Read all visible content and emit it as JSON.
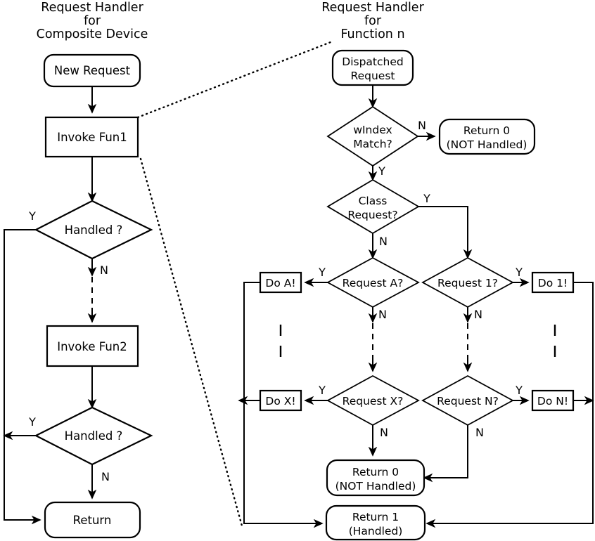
{
  "diagram": {
    "title_left": [
      "Request Handler",
      "for",
      "Composite Device"
    ],
    "title_right": [
      "Request Handler",
      "for",
      "Function n"
    ],
    "left_column": {
      "nodes": {
        "new_request": "New Request",
        "invoke_fun1": "Invoke Fun1",
        "handled_1": "Handled ?",
        "invoke_fun2": "Invoke Fun2",
        "handled_2": "Handled ?",
        "return": "Return"
      },
      "edge_labels": {
        "handled1_yes": "Y",
        "handled1_no": "N",
        "handled2_yes": "Y",
        "handled2_no": "N"
      }
    },
    "right_column": {
      "nodes": {
        "dispatched_request": [
          "Dispatched",
          "Request"
        ],
        "windex_match": [
          "wIndex",
          "Match?"
        ],
        "return0_top": [
          "Return 0",
          "(NOT Handled)"
        ],
        "class_request": [
          "Class",
          "Request?"
        ],
        "request_a": "Request A?",
        "request_1": "Request 1?",
        "request_x": "Request X?",
        "request_n": "Request N?",
        "do_a": "Do A!",
        "do_1": "Do 1!",
        "do_x": "Do X!",
        "do_n": "Do N!",
        "return0_bottom": [
          "Return 0",
          "(NOT Handled)"
        ],
        "return1": [
          "Return 1",
          "(Handled)"
        ]
      },
      "edge_labels": {
        "windex_no": "N",
        "windex_yes": "Y",
        "class_yes": "Y",
        "class_no": "N",
        "request_a_yes": "Y",
        "request_a_no": "N",
        "request_1_yes": "Y",
        "request_1_no": "N",
        "request_x_yes": "Y",
        "request_x_no": "N",
        "request_n_yes": "Y",
        "request_n_no": "N"
      }
    },
    "colors": {
      "stroke": "#000000",
      "fill": "#ffffff",
      "background": "#ffffff"
    }
  }
}
